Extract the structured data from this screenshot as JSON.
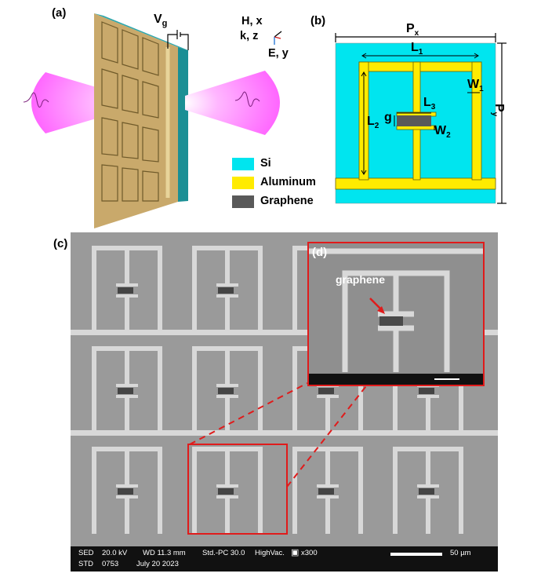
{
  "panel_a": {
    "label": "(a)",
    "gate_label": "V",
    "gate_sub": "g",
    "axis_line1": "H, x",
    "axis_line2": "k, z",
    "axis_line3": "E, y"
  },
  "panel_b": {
    "label": "(b)",
    "px": "P",
    "px_sub": "x",
    "py": "P",
    "py_sub": "y",
    "l1": "L",
    "l1_sub": "1",
    "l2": "L",
    "l2_sub": "2",
    "l3": "L",
    "l3_sub": "3",
    "w1": "W",
    "w1_sub": "1",
    "w2": "W",
    "w2_sub": "2",
    "g": "g"
  },
  "legend": [
    {
      "label": "Si",
      "color": "#00e5ef"
    },
    {
      "label": "Aluminum",
      "color": "#ffeb00"
    },
    {
      "label": "Graphene",
      "color": "#595959"
    }
  ],
  "panel_c": {
    "label": "(c)",
    "bar": {
      "mode1": "SED",
      "mode2": "STD",
      "kv": "20.0 kV",
      "wd": "WD 11.3 mm",
      "id": "0753",
      "date": "July 20 2023",
      "std": "Std.-PC 30.0",
      "vac": "HighVac.",
      "mag": "x300",
      "scale": "50 µm"
    }
  },
  "panel_d": {
    "label": "(d)",
    "annotation": "graphene"
  },
  "colors": {
    "si": "#00e5ef",
    "aluminum": "#ffeb00",
    "graphene": "#595959",
    "beam": "#ff7bff",
    "board": "#1b8f95",
    "highlight": "#e01b1b"
  }
}
